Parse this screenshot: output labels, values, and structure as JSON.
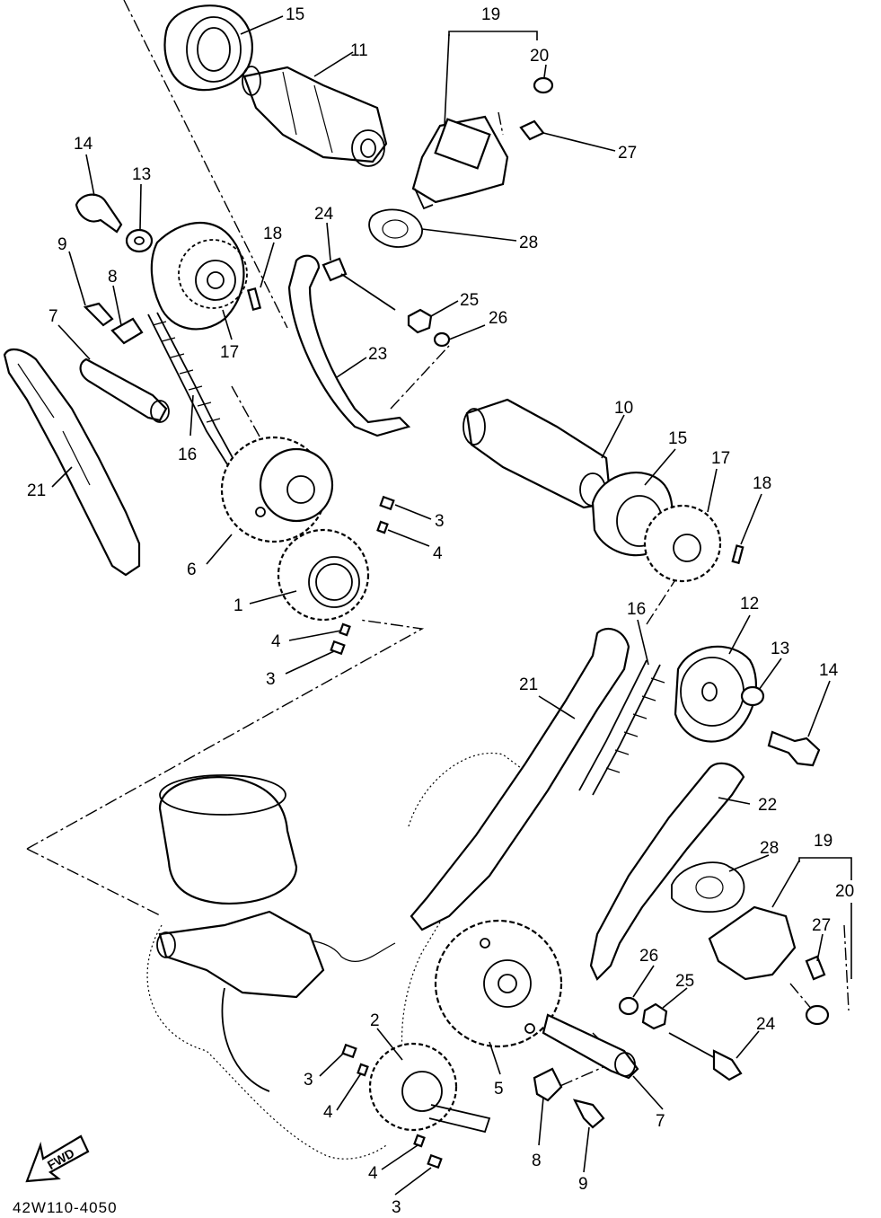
{
  "diagram": {
    "drawing_code": "42W110-4050",
    "fwd_label": "FWD",
    "callouts": [
      {
        "id": "c15a",
        "text": "15"
      },
      {
        "id": "c11",
        "text": "11"
      },
      {
        "id": "c19a",
        "text": "19"
      },
      {
        "id": "c20a",
        "text": "20"
      },
      {
        "id": "c27a",
        "text": "27"
      },
      {
        "id": "c28a",
        "text": "28"
      },
      {
        "id": "c14a",
        "text": "14"
      },
      {
        "id": "c13a",
        "text": "13"
      },
      {
        "id": "c24a",
        "text": "24"
      },
      {
        "id": "c18a",
        "text": "18"
      },
      {
        "id": "c9a",
        "text": "9"
      },
      {
        "id": "c8a",
        "text": "8"
      },
      {
        "id": "c25a",
        "text": "25"
      },
      {
        "id": "c26a",
        "text": "26"
      },
      {
        "id": "c7a",
        "text": "7"
      },
      {
        "id": "c17a",
        "text": "17"
      },
      {
        "id": "c23",
        "text": "23"
      },
      {
        "id": "c16a",
        "text": "16"
      },
      {
        "id": "c21a",
        "text": "21"
      },
      {
        "id": "c10",
        "text": "10"
      },
      {
        "id": "c15b",
        "text": "15"
      },
      {
        "id": "c17b",
        "text": "17"
      },
      {
        "id": "c18b",
        "text": "18"
      },
      {
        "id": "c3a",
        "text": "3"
      },
      {
        "id": "c4a",
        "text": "4"
      },
      {
        "id": "c6",
        "text": "6"
      },
      {
        "id": "c1",
        "text": "1"
      },
      {
        "id": "c4b",
        "text": "4"
      },
      {
        "id": "c3b",
        "text": "3"
      },
      {
        "id": "c16b",
        "text": "16"
      },
      {
        "id": "c12",
        "text": "12"
      },
      {
        "id": "c13b",
        "text": "13"
      },
      {
        "id": "c14b",
        "text": "14"
      },
      {
        "id": "c21b",
        "text": "21"
      },
      {
        "id": "c22",
        "text": "22"
      },
      {
        "id": "c28b",
        "text": "28"
      },
      {
        "id": "c19b",
        "text": "19"
      },
      {
        "id": "c20b",
        "text": "20"
      },
      {
        "id": "c27b",
        "text": "27"
      },
      {
        "id": "c26b",
        "text": "26"
      },
      {
        "id": "c25b",
        "text": "25"
      },
      {
        "id": "c24b",
        "text": "24"
      },
      {
        "id": "c2",
        "text": "2"
      },
      {
        "id": "c3c",
        "text": "3"
      },
      {
        "id": "c4c",
        "text": "4"
      },
      {
        "id": "c5",
        "text": "5"
      },
      {
        "id": "c7b",
        "text": "7"
      },
      {
        "id": "c4d",
        "text": "4"
      },
      {
        "id": "c8b",
        "text": "8"
      },
      {
        "id": "c9b",
        "text": "9"
      },
      {
        "id": "c3d",
        "text": "3"
      }
    ]
  }
}
